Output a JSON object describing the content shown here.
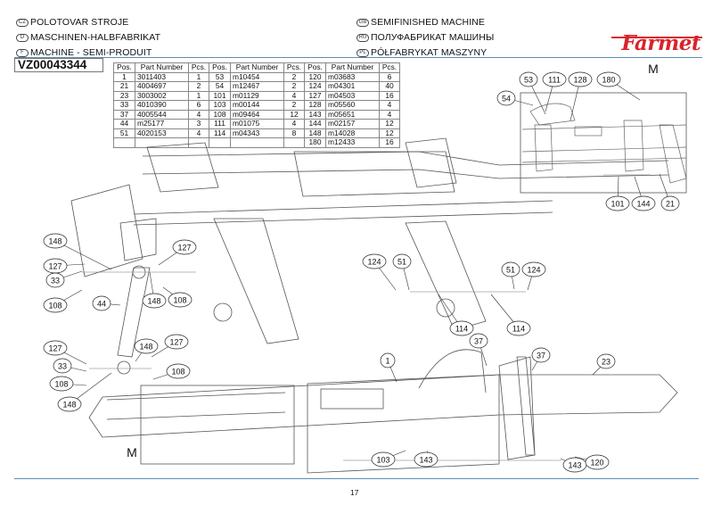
{
  "header": {
    "titles_left": [
      {
        "lang": "CZ",
        "text": "POLOTOVAR STROJE"
      },
      {
        "lang": "D",
        "text": "MASCHINEN-HALBFABRIKAT"
      },
      {
        "lang": "F",
        "text": "MACHINE - SEMI-PRODUIT"
      }
    ],
    "titles_right": [
      {
        "lang": "GB",
        "text": "SEMIFINISHED MACHINE"
      },
      {
        "lang": "RU",
        "text": "ПОЛУФАБРИКАТ МАШИНЫ"
      },
      {
        "lang": "PL",
        "text": "PÓŁFABRYKAT MASZYNY"
      }
    ],
    "logo_text": "Farmet",
    "document_code": "VZ00043344"
  },
  "parts_table": {
    "headers": [
      "Pos.",
      "Part Number",
      "Pcs.",
      "Pos.",
      "Part Number",
      "Pcs.",
      "Pos.",
      "Part Number",
      "Pcs."
    ],
    "rows": [
      [
        [
          "1",
          "3011403",
          "1"
        ],
        [
          "53",
          "m10454",
          "2"
        ],
        [
          "120",
          "m03683",
          "6"
        ]
      ],
      [
        [
          "21",
          "4004697",
          "2"
        ],
        [
          "54",
          "m12467",
          "2"
        ],
        [
          "124",
          "m04301",
          "40"
        ]
      ],
      [
        [
          "23",
          "3003002",
          "1"
        ],
        [
          "101",
          "m01129",
          "4"
        ],
        [
          "127",
          "m04503",
          "16"
        ]
      ],
      [
        [
          "33",
          "4010390",
          "6"
        ],
        [
          "103",
          "m00144",
          "2"
        ],
        [
          "128",
          "m05560",
          "4"
        ]
      ],
      [
        [
          "37",
          "4005544",
          "4"
        ],
        [
          "108",
          "m09464",
          "12"
        ],
        [
          "143",
          "m05651",
          "4"
        ]
      ],
      [
        [
          "44",
          "m25177",
          "3"
        ],
        [
          "111",
          "m01075",
          "4"
        ],
        [
          "144",
          "m02157",
          "12"
        ]
      ],
      [
        [
          "51",
          "4020153",
          "4"
        ],
        [
          "114",
          "m04343",
          "8"
        ],
        [
          "148",
          "m14028",
          "12"
        ]
      ],
      [
        null,
        null,
        [
          "180",
          "m12433",
          "16"
        ]
      ]
    ]
  },
  "drawing": {
    "inset_label": "M",
    "detail_label": "M",
    "callouts": [
      "53",
      "111",
      "128",
      "180",
      "54",
      "101",
      "144",
      "21",
      "148",
      "127",
      "127",
      "33",
      "108",
      "44",
      "148",
      "108",
      "124",
      "51",
      "51",
      "124",
      "114",
      "114",
      "127",
      "148",
      "127",
      "33",
      "108",
      "108",
      "148",
      "37",
      "37",
      "1",
      "23",
      "103",
      "143",
      "143",
      "120"
    ]
  },
  "footer": {
    "page_number": "17"
  },
  "colors": {
    "brand_red": "#d8242b",
    "rule_blue": "#5a8fb8"
  }
}
